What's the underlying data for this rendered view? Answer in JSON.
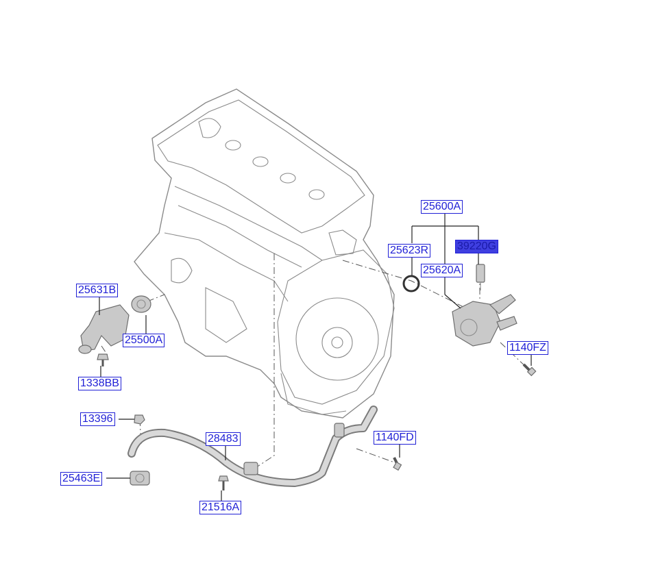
{
  "parts": [
    {
      "id": "p25600A",
      "code": "25600A",
      "active": false
    },
    {
      "id": "p25623R",
      "code": "25623R",
      "active": false
    },
    {
      "id": "p39220G",
      "code": "39220G",
      "active": true
    },
    {
      "id": "p25620A",
      "code": "25620A",
      "active": false
    },
    {
      "id": "p25631B",
      "code": "25631B",
      "active": false
    },
    {
      "id": "p25500A",
      "code": "25500A",
      "active": false
    },
    {
      "id": "p1140FZ",
      "code": "1140FZ",
      "active": false
    },
    {
      "id": "p1338BB",
      "code": "1338BB",
      "active": false
    },
    {
      "id": "p13396",
      "code": "13396",
      "active": false
    },
    {
      "id": "p28483",
      "code": "28483",
      "active": false
    },
    {
      "id": "p1140FD",
      "code": "1140FD",
      "active": false
    },
    {
      "id": "p25463E",
      "code": "25463E",
      "active": false
    },
    {
      "id": "p21516A",
      "code": "21516A",
      "active": false
    }
  ],
  "colors": {
    "label_border": "#1f1fd6",
    "label_text": "#1f1fd6",
    "label_active_fill": "#3f3fe0",
    "drawing_line": "#8a8a8a"
  }
}
